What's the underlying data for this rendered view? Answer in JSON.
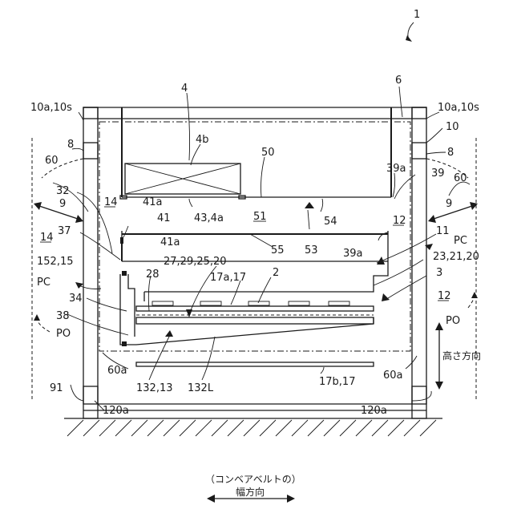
{
  "labels": {
    "fig_no": "1",
    "l6": "6",
    "l4": "4",
    "l4b": "4b",
    "l50": "50",
    "l10a10s_left": "10a,10s",
    "l10a10s_right": "10a,10s",
    "l10": "10",
    "l8_left": "8",
    "l8_right": "8",
    "l60_left": "60",
    "l60_right": "60",
    "l39a_top": "39a",
    "l39": "39",
    "l32": "32",
    "l9_left": "9",
    "l9_right": "9",
    "l14_inner": "14",
    "l41a_top": "41a",
    "l41": "41",
    "l43_4a": "43,4a",
    "l51": "51",
    "l54": "54",
    "l12_inner": "12",
    "l37": "37",
    "l14_outer": "14",
    "l41a_mid": "41a",
    "l55": "55",
    "l53": "53",
    "l39a_mid": "39a",
    "l11": "11",
    "lPC_right": "PC",
    "l152_15": "152,15",
    "l27": "27,29,25,20",
    "l28": "28",
    "l17a_17": "17a,17",
    "l2": "2",
    "l23": "23,21,20",
    "lPC_left": "PC",
    "l3": "3",
    "l34": "34",
    "l12_outer": "12",
    "lPO_left": "PO",
    "l38": "38",
    "lPO_right": "PO",
    "l60a_left": "60a",
    "l132_13": "132,13",
    "l132L": "132L",
    "l17b_17": "17b,17",
    "l60a_right": "60a",
    "l91": "91",
    "l120a_left": "120a",
    "l120a_right": "120a",
    "height_dir": "高さ方向",
    "width_note": "（コンベアベルトの）",
    "width_dir": "幅方向"
  }
}
